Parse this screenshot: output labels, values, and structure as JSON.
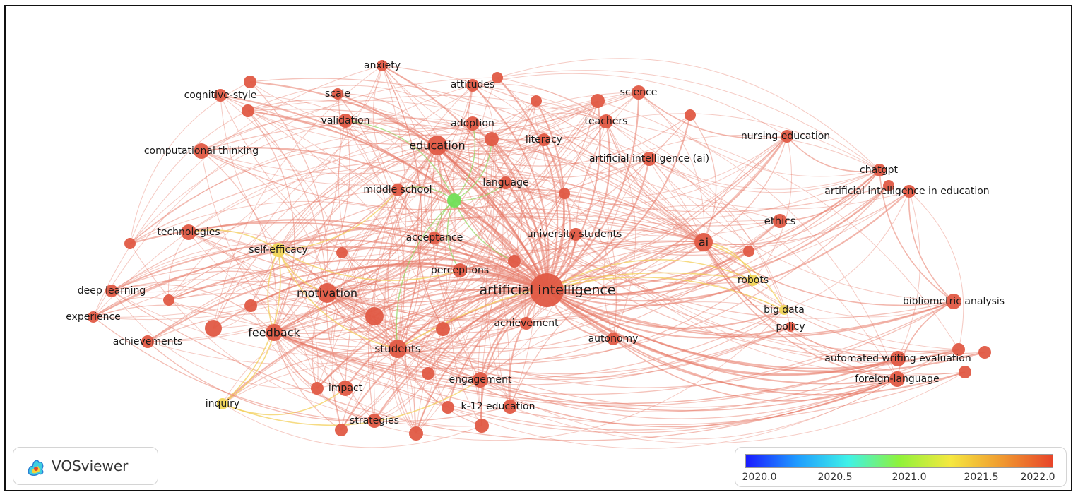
{
  "overlay_colors": {
    "gradient": [
      "#1a1aff",
      "#1f9cff",
      "#3ff2e8",
      "#8ff23a",
      "#f5e840",
      "#f09a30",
      "#e8452a"
    ],
    "node": "#e05a45",
    "node_green": "#72e05a",
    "node_yellow": "#f1d75a",
    "edge": "#e77a68",
    "edge_yellow": "#f3cf5a",
    "edge_green": "#8fd45a"
  },
  "logo": {
    "text": "VOSviewer",
    "icon": "vosviewer-logo-icon"
  },
  "legend": {
    "ticks": [
      "2020.0",
      "2020.5",
      "2021.0",
      "2021.5",
      "2022.0"
    ]
  },
  "labels": {
    "anxiety": "anxiety",
    "attitudes": "attitudes",
    "cognitive_style": "cognitive-style",
    "scale": "scale",
    "science": "science",
    "validation": "validation",
    "adoption": "adoption",
    "teachers": "teachers",
    "literacy": "literacy",
    "education": "education",
    "nursing_education": "nursing education",
    "computational_thinking": "computational thinking",
    "artificial_intelligence_ai": "artificial intelligence (ai)",
    "chatgpt": "chatgpt",
    "middle_school": "middle school",
    "language": "language",
    "artificial_intelligence_in_education": "artificial intelligence in education",
    "technologies": "technologies",
    "ethics": "ethics",
    "university_students": "university students",
    "acceptance": "acceptance",
    "ai": "ai",
    "self_efficacy": "self-efficacy",
    "perceptions": "perceptions",
    "robots": "robots",
    "deep_learning": "deep learning",
    "motivation": "motivation",
    "artificial_intelligence": "artificial intelligence",
    "bibliometric_analysis": "bibliometric analysis",
    "big_data": "big data",
    "experience": "experience",
    "achievement": "achievement",
    "policy": "policy",
    "feedback": "feedback",
    "autonomy": "autonomy",
    "achievements": "achievements",
    "students": "students",
    "automated_writing_evaluation": "automated writing evaluation",
    "engagement": "engagement",
    "foreign_language": "foreign-language",
    "impact": "impact",
    "inquiry": "inquiry",
    "k12_education": "k-12 education",
    "strategies": "strategies"
  }
}
